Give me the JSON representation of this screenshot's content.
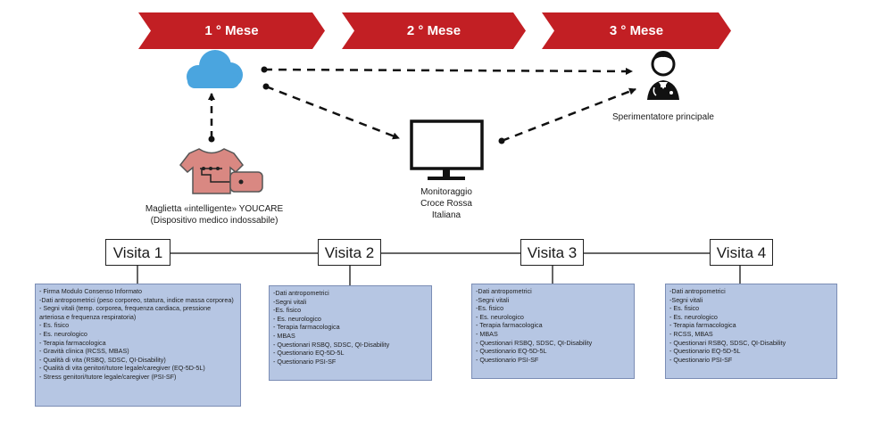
{
  "months": [
    "1 ° Mese",
    "2 ° Mese",
    "3 ° Mese"
  ],
  "nodes": {
    "shirt": [
      "Maglietta «intelligente» YOUCARE",
      "(Dispositivo medico indossabile)"
    ],
    "monitor": [
      "Monitoraggio",
      "Croce Rossa",
      "Italiana"
    ],
    "researcher": "Sperimentatore principale"
  },
  "visits": [
    {
      "label": "Visita 1",
      "items": [
        "- Firma Modulo Consenso Informato",
        "-Dati antropometrici (peso corporeo, statura, indice massa corporea)",
        "- Segni vitali (temp. corporea, frequenza cardiaca, pressione arteriosa e frequenza respiratoria)",
        "- Es. fisico",
        "- Es. neurologico",
        "- Terapia farmacologica",
        "- Gravità clinica (RCSS, MBAS)",
        "- Qualità di vita (RSBQ, SDSC, QI-Disability)",
        "- Qualità di vita genitori/tutore legale/caregiver (EQ-5D-5L)",
        "- Stress genitori/tutore legale/caregiver (PSI-SF)"
      ]
    },
    {
      "label": "Visita 2",
      "items": [
        "-Dati antropometrici",
        "-Segni vitali",
        "-Es. fisico",
        "- Es. neurologico",
        "- Terapia farmacologica",
        "- MBAS",
        "- Questionari RSBQ, SDSC, QI-Disability",
        "- Questionario EQ-5D-5L",
        "- Questionario PSI-SF"
      ]
    },
    {
      "label": "Visita 3",
      "items": [
        "-Dati antropometrici",
        "-Segni vitali",
        "-Es. fisico",
        "- Es. neurologico",
        "- Terapia farmacologica",
        "- MBAS",
        "- Questionari RSBQ, SDSC, QI-Disability",
        "- Questionario EQ-5D-5L",
        "- Questionario PSI-SF"
      ]
    },
    {
      "label": "Visita 4",
      "items": [
        "-Dati antropometrici",
        "-Segni vitali",
        "- Es. fisico",
        "- Es. neurologico",
        "- Terapia farmacologica",
        "- RCSS, MBAS",
        "- Questionari RSBQ, SDSC, QI-Disability",
        "- Questionario EQ-5D-5L",
        "- Questionario PSI-SF"
      ]
    }
  ],
  "colors": {
    "month_banner": "#c21f24",
    "cloud": "#4aa5df",
    "shirt": "#d98882",
    "box_fill": "#b6c6e3",
    "box_border": "#7b8db5"
  },
  "icons": {
    "shirt": "smart-shirt-icon",
    "cloud": "cloud-icon",
    "monitor": "monitor-icon",
    "researcher": "doctor-icon"
  }
}
